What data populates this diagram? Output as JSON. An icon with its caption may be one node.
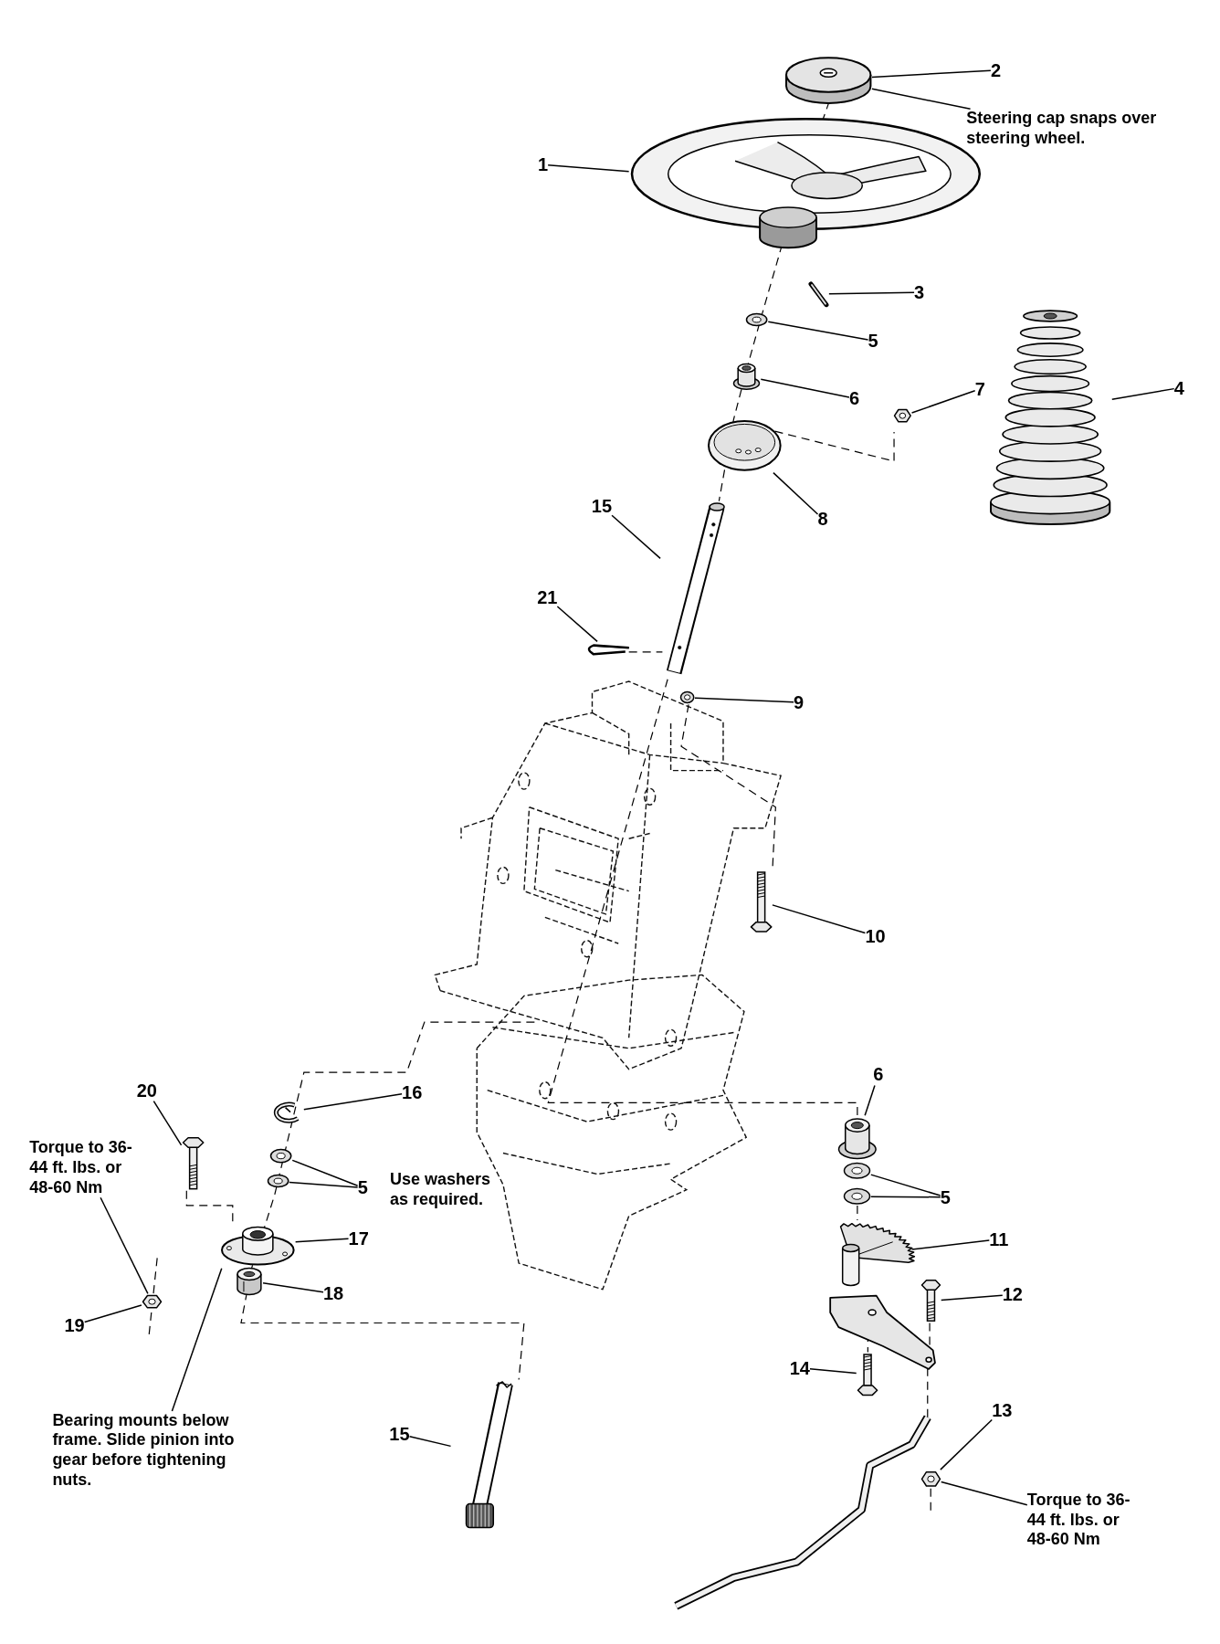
{
  "diagram": {
    "nodes": [
      {
        "text": [
          "2"
        ]
      },
      {
        "text": [],
        "shape": "picture"
      },
      {
        "text": [
          "Steering cap snaps over steering wheel."
        ]
      },
      {
        "text": [
          "1"
        ]
      },
      {
        "text": [],
        "shape": "picture"
      },
      {
        "text": [
          "3"
        ]
      },
      {
        "text": [],
        "shape": "picture"
      },
      {
        "text": [
          "5"
        ]
      },
      {
        "text": [],
        "shape": "picture"
      },
      {
        "text": [
          "6"
        ]
      },
      {
        "text": [],
        "shape": "picture"
      },
      {
        "text": [
          "7"
        ]
      },
      {
        "text": [],
        "shape": "picture"
      },
      {
        "text": [
          "4"
        ]
      },
      {
        "text": [],
        "shape": "picture"
      },
      {
        "text": [
          "8"
        ]
      },
      {
        "text": [],
        "shape": "picture"
      },
      {
        "text": [
          "15"
        ]
      },
      {
        "text": [],
        "shape": "picture"
      },
      {
        "text": [
          "21"
        ]
      },
      {
        "text": [],
        "shape": "picture"
      },
      {
        "text": [
          "9"
        ]
      },
      {
        "text": [],
        "shape": "picture"
      },
      {
        "text": [
          "10"
        ]
      },
      {
        "text": [],
        "shape": "picture"
      },
      {
        "text": [
          "6"
        ]
      },
      {
        "text": [],
        "shape": "picture"
      },
      {
        "text": [
          "16"
        ]
      },
      {
        "text": [],
        "shape": "picture"
      },
      {
        "text": [
          "20"
        ]
      },
      {
        "text": [],
        "shape": "picture"
      },
      {
        "text": [
          "5"
        ]
      },
      {
        "text": [],
        "shape": "picture"
      },
      {
        "text": [],
        "shape": "picture"
      },
      {
        "text": [
          "5"
        ]
      },
      {
        "text": [],
        "shape": "picture"
      },
      {
        "text": [],
        "shape": "picture"
      },
      {
        "text": [
          "11"
        ]
      },
      {
        "text": [],
        "shape": "picture"
      },
      {
        "text": [
          "17"
        ]
      },
      {
        "text": [],
        "shape": "picture"
      },
      {
        "text": [
          "12"
        ]
      },
      {
        "text": [],
        "shape": "picture"
      },
      {
        "text": [
          "Torque to 36-44 ft. lbs. or 48-60 Nm"
        ]
      },
      {
        "text": [
          "18"
        ]
      },
      {
        "text": [],
        "shape": "picture"
      },
      {
        "text": [
          "19"
        ]
      },
      {
        "text": [],
        "shape": "picture"
      },
      {
        "text": [
          "14"
        ]
      },
      {
        "text": [],
        "shape": "picture"
      },
      {
        "text": [
          "13"
        ]
      },
      {
        "text": [],
        "shape": "picture"
      },
      {
        "text": [
          "Bearing mounts below frame. Slide pinion into gear before tightening nuts."
        ]
      },
      {
        "text": [
          "15"
        ]
      },
      {
        "text": [],
        "shape": "picture"
      },
      {
        "text": [
          "Torque to 36-44 ft. lbs. or 48-60 Nm"
        ]
      }
    ],
    "edges": [
      {
        "from": 0,
        "to": 1,
        "arrow": "none"
      },
      {
        "from": 2,
        "to": 1,
        "arrow": "none"
      },
      {
        "from": 3,
        "to": 4,
        "arrow": "none"
      },
      {
        "from": 5,
        "to": 6,
        "arrow": "none"
      },
      {
        "from": 7,
        "to": 8,
        "arrow": "none"
      },
      {
        "from": 9,
        "to": 10,
        "arrow": "none"
      },
      {
        "from": 11,
        "to": 12,
        "arrow": "none"
      },
      {
        "from": 13,
        "to": 14,
        "arrow": "none"
      },
      {
        "from": 15,
        "to": 16,
        "arrow": "none"
      },
      {
        "from": 17,
        "to": 18,
        "arrow": "none"
      },
      {
        "from": 19,
        "to": 20,
        "arrow": "none"
      },
      {
        "from": 21,
        "to": 22,
        "arrow": "none"
      },
      {
        "from": 23,
        "to": 24,
        "arrow": "none"
      },
      {
        "from": 25,
        "to": 26,
        "arrow": "none"
      },
      {
        "from": 27,
        "to": 28,
        "arrow": "none"
      },
      {
        "from": 29,
        "to": 30,
        "arrow": "none"
      },
      {
        "from": 31,
        "to": 32,
        "arrow": "none"
      },
      {
        "from": 31,
        "to": 33,
        "arrow": "none"
      },
      {
        "from": 34,
        "to": 35,
        "arrow": "none"
      },
      {
        "from": 34,
        "to": 36,
        "arrow": "none"
      },
      {
        "from": 37,
        "to": 38,
        "arrow": "none"
      },
      {
        "from": 39,
        "to": 40,
        "arrow": "none"
      },
      {
        "from": 41,
        "to": 42,
        "arrow": "none"
      },
      {
        "from": 43,
        "to": 47,
        "arrow": "none"
      },
      {
        "from": 44,
        "to": 45,
        "arrow": "none"
      },
      {
        "from": 46,
        "to": 47,
        "arrow": "none"
      },
      {
        "from": 48,
        "to": 49,
        "arrow": "none"
      },
      {
        "from": 50,
        "to": 51,
        "arrow": "none"
      },
      {
        "from": 52,
        "to": 40,
        "arrow": "none"
      },
      {
        "from": 53,
        "to": 54,
        "arrow": "none"
      },
      {
        "from": 55,
        "to": 51,
        "arrow": "none"
      }
    ],
    "labels": [
      "Use washers as required."
    ]
  }
}
